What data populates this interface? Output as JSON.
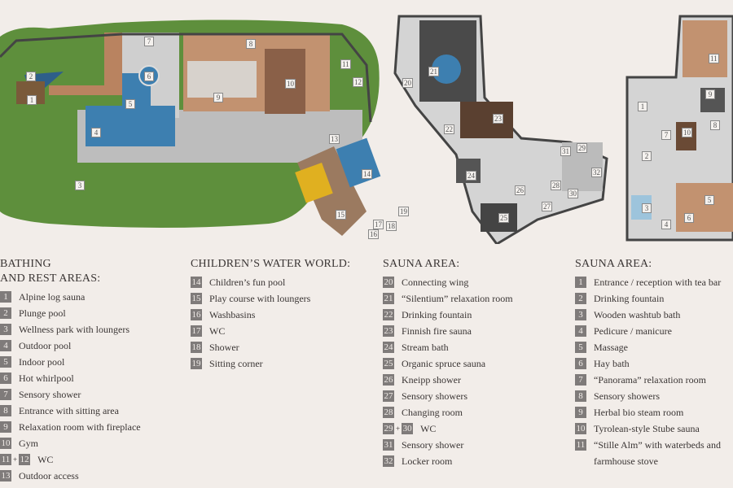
{
  "bathing": {
    "title_line1": "BATHING",
    "title_line2": "AND REST AREAS:",
    "items": [
      {
        "num": "1",
        "label": "Alpine log sauna"
      },
      {
        "num": "2",
        "label": "Plunge pool"
      },
      {
        "num": "3",
        "label": "Wellness park with loungers"
      },
      {
        "num": "4",
        "label": "Outdoor pool"
      },
      {
        "num": "5",
        "label": "Indoor pool"
      },
      {
        "num": "6",
        "label": "Hot whirlpool"
      },
      {
        "num": "7",
        "label": "Sensory shower"
      },
      {
        "num": "8",
        "label": "Entrance with sitting area"
      },
      {
        "num": "9",
        "label": "Relaxation room with fireplace"
      },
      {
        "num": "10",
        "label": "Gym"
      },
      {
        "num": "11",
        "num2": "12",
        "plus": "+",
        "label": "WC"
      },
      {
        "num": "13",
        "label": "Outdoor access"
      }
    ]
  },
  "children": {
    "title": "CHILDREN’S WATER WORLD:",
    "items": [
      {
        "num": "14",
        "label": "Children’s fun pool"
      },
      {
        "num": "15",
        "label": "Play course with loungers"
      },
      {
        "num": "16",
        "label": "Washbasins"
      },
      {
        "num": "17",
        "label": "WC"
      },
      {
        "num": "18",
        "label": "Shower"
      },
      {
        "num": "19",
        "label": "Sitting corner"
      }
    ]
  },
  "sauna1": {
    "title": "SAUNA AREA:",
    "items": [
      {
        "num": "20",
        "label": "Connecting wing"
      },
      {
        "num": "21",
        "label": "“Silentium” relaxation room"
      },
      {
        "num": "22",
        "label": "Drinking fountain"
      },
      {
        "num": "23",
        "label": "Finnish fire sauna"
      },
      {
        "num": "24",
        "label": "Stream bath"
      },
      {
        "num": "25",
        "label": "Organic spruce sauna"
      },
      {
        "num": "26",
        "label": "Kneipp shower"
      },
      {
        "num": "27",
        "label": "Sensory showers"
      },
      {
        "num": "28",
        "label": "Changing room"
      },
      {
        "num": "29",
        "num2": "30",
        "plus": "+",
        "label": "WC"
      },
      {
        "num": "31",
        "label": "Sensory shower"
      },
      {
        "num": "32",
        "label": "Locker room"
      }
    ]
  },
  "sauna2": {
    "title": "SAUNA AREA:",
    "items": [
      {
        "num": "1",
        "label": "Entrance / reception with tea bar"
      },
      {
        "num": "2",
        "label": "Drinking fountain"
      },
      {
        "num": "3",
        "label": "Wooden washtub bath"
      },
      {
        "num": "4",
        "label": "Pedicure / manicure"
      },
      {
        "num": "5",
        "label": "Massage"
      },
      {
        "num": "6",
        "label": "Hay bath"
      },
      {
        "num": "7",
        "label": "“Panorama” relaxation room"
      },
      {
        "num": "8",
        "label": "Sensory showers"
      },
      {
        "num": "9",
        "label": "Herbal bio steam room"
      },
      {
        "num": "10",
        "label": "Tyrolean-style Stube sauna"
      },
      {
        "num": "11",
        "label": "“Stille Alm” with waterbeds and",
        "label2": "farmhouse stove"
      }
    ]
  },
  "colors": {
    "background": "#f2ede9",
    "grass": "#5e8f3c",
    "water": "#3d7fb0",
    "wood": "#b98360",
    "stone": "#c8c8c8",
    "badge": "#7f7b7a"
  }
}
